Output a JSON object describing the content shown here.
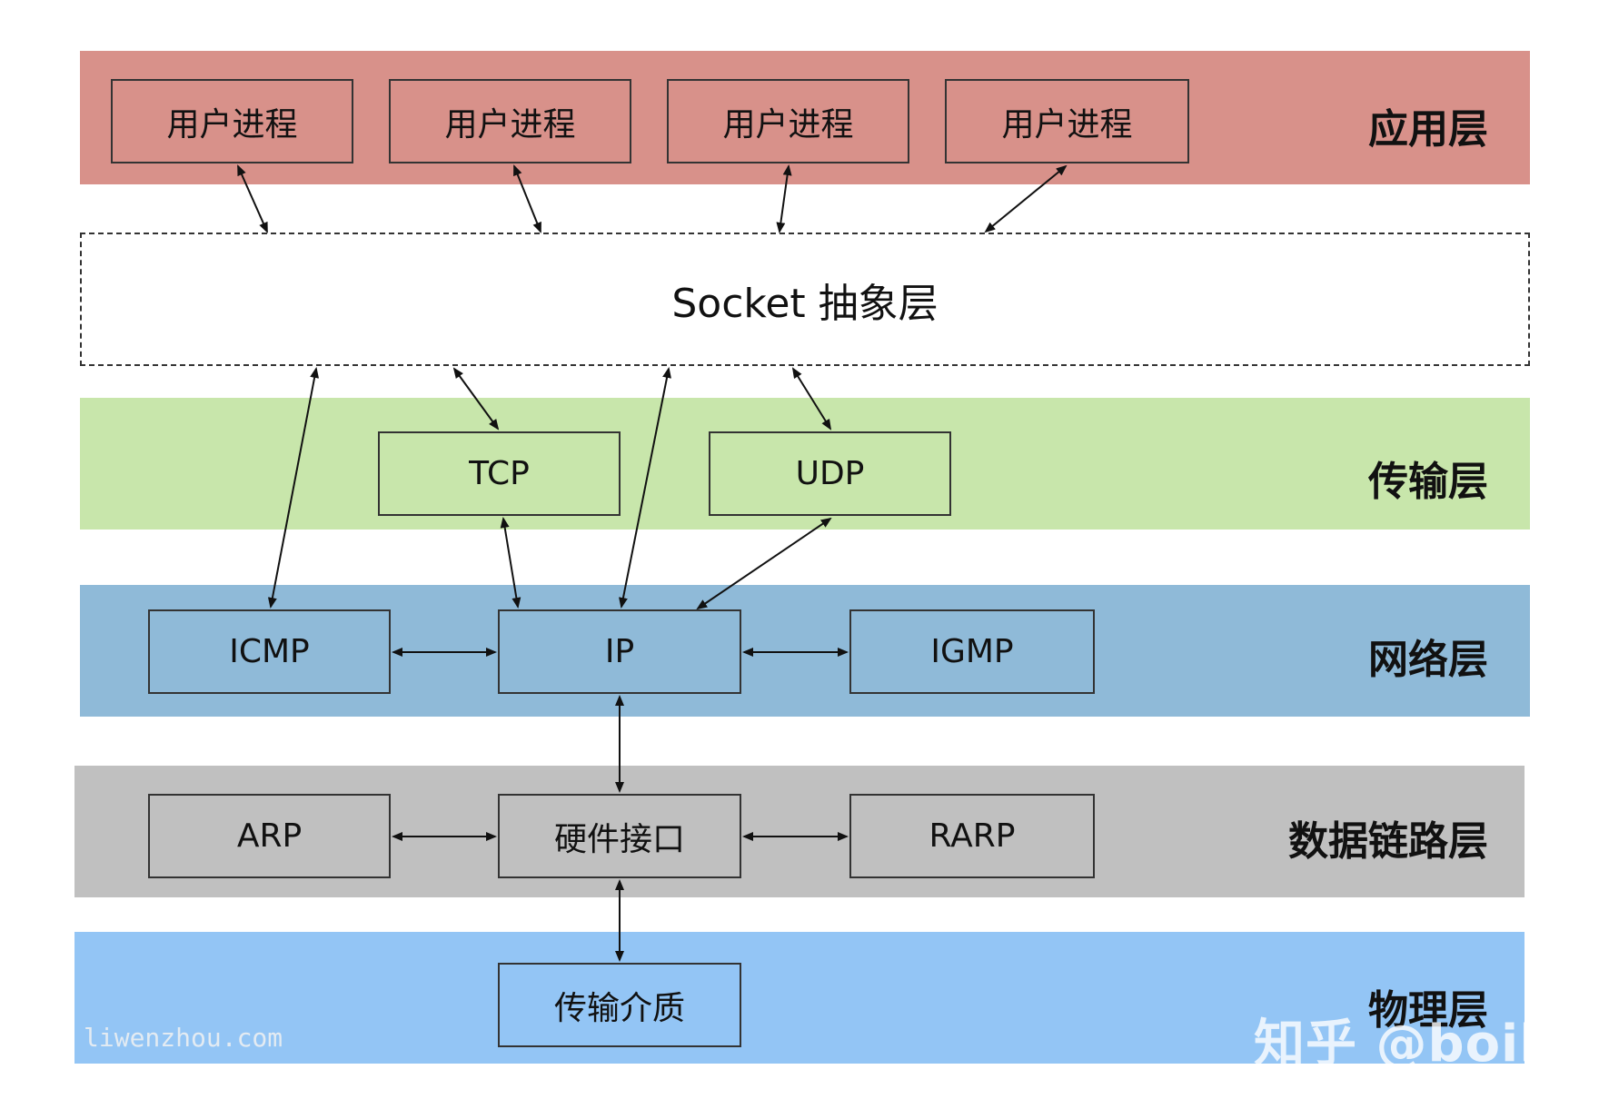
{
  "colors": {
    "application": "#d8918a",
    "transport": "#c8e6ab",
    "network": "#8fbad8",
    "datalink": "#c0c0c0",
    "physical": "#93c5f5"
  },
  "layers": {
    "application": "应用层",
    "transport": "传输层",
    "network": "网络层",
    "datalink": "数据链路层",
    "physical": "物理层"
  },
  "socket": {
    "label": "Socket 抽象层"
  },
  "boxes": {
    "user_process_1": "用户进程",
    "user_process_2": "用户进程",
    "user_process_3": "用户进程",
    "user_process_4": "用户进程",
    "tcp": "TCP",
    "udp": "UDP",
    "icmp": "ICMP",
    "ip": "IP",
    "igmp": "IGMP",
    "arp": "ARP",
    "hardware_interface": "硬件接口",
    "rarp": "RARP",
    "transmission_medium": "传输介质"
  },
  "watermarks": {
    "left": "liwenzhou.com",
    "right": "知乎 @boiling"
  }
}
